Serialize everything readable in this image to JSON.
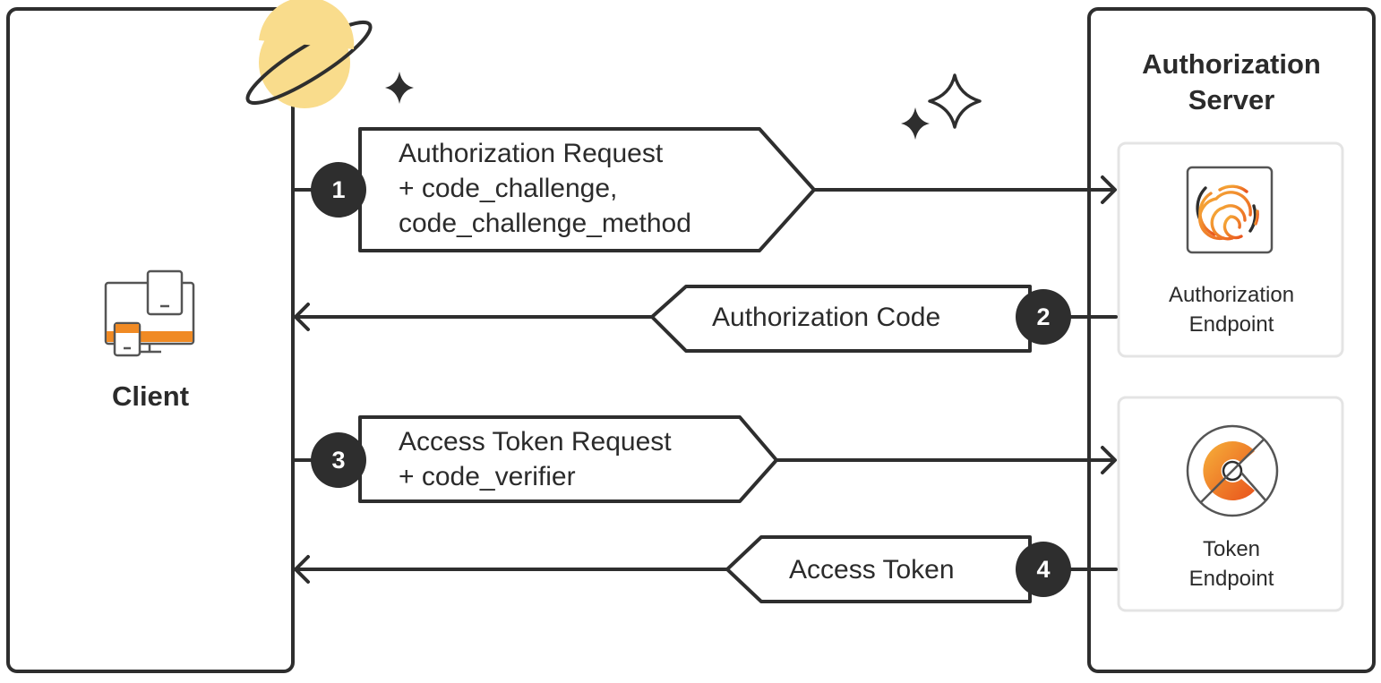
{
  "client": {
    "label": "Client",
    "icon": "devices-icon"
  },
  "server": {
    "title_line1": "Authorization",
    "title_line2": "Server",
    "authorization_endpoint": {
      "line1": "Authorization",
      "line2": "Endpoint",
      "icon": "fingerprint-icon"
    },
    "token_endpoint": {
      "line1": "Token",
      "line2": "Endpoint",
      "icon": "token-c-icon"
    }
  },
  "steps": [
    {
      "number": "1",
      "lines": [
        "Authorization Request",
        "+ code_challenge,",
        "code_challenge_method"
      ],
      "direction": "client-to-server"
    },
    {
      "number": "2",
      "lines": [
        "Authorization Code"
      ],
      "direction": "server-to-client"
    },
    {
      "number": "3",
      "lines": [
        "Access Token Request",
        "+ code_verifier"
      ],
      "direction": "client-to-server"
    },
    {
      "number": "4",
      "lines": [
        "Access Token"
      ],
      "direction": "server-to-client"
    }
  ],
  "colors": {
    "ink": "#2e2e2e",
    "accent_orange": "#f08a24",
    "planet_yellow": "#f9dc8c",
    "panel_border": "#e4e4e4"
  },
  "decorations": [
    "planet-icon",
    "sparkle-icon"
  ]
}
